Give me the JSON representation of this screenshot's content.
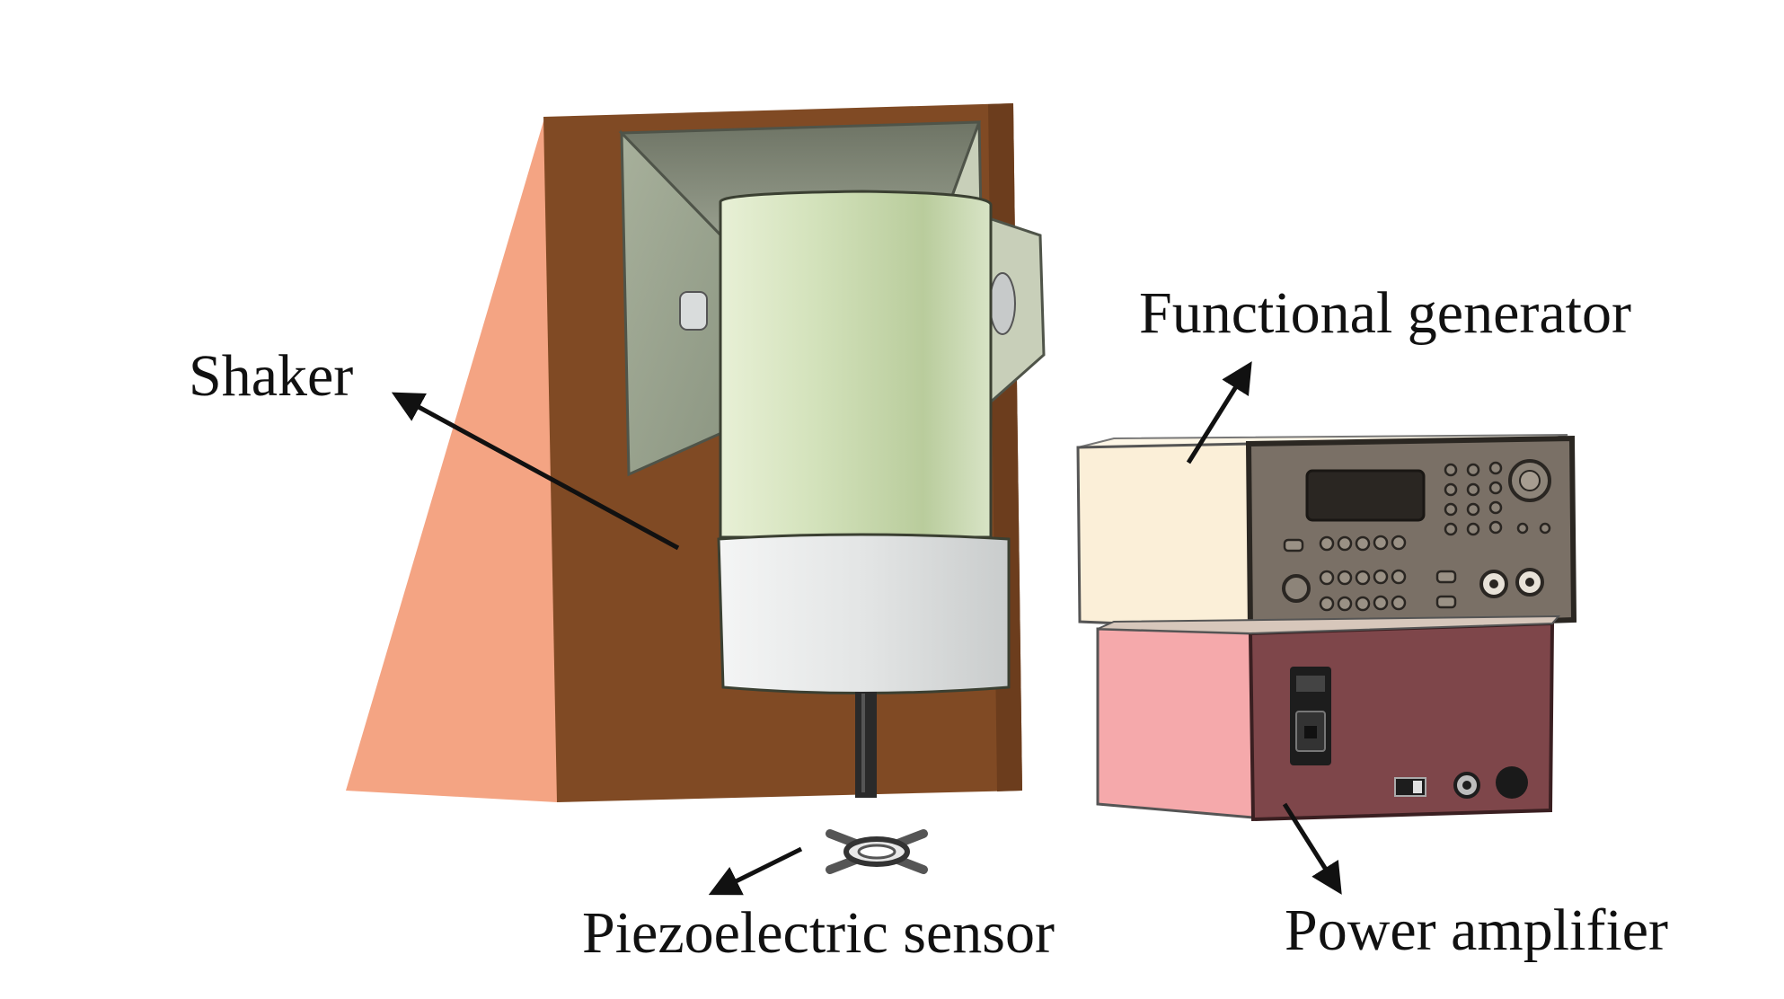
{
  "labels": {
    "shaker": "Shaker",
    "functional_generator": "Functional generator",
    "piezoelectric_sensor": "Piezoelectric sensor",
    "power_amplifier": "Power amplifier"
  },
  "colors": {
    "background": "#ffffff",
    "support_side": "#f4a483",
    "support_back": "#804a24",
    "bracket": "#96a08c",
    "shaker_body": "#cfe0b6",
    "shaker_base": "#e4e6e6",
    "generator_case": "#fbf0dc",
    "generator_panel": "#7a7066",
    "amplifier_case": "#f5a9ab",
    "amplifier_panel": "#7e464a",
    "arrow": "#111111"
  }
}
